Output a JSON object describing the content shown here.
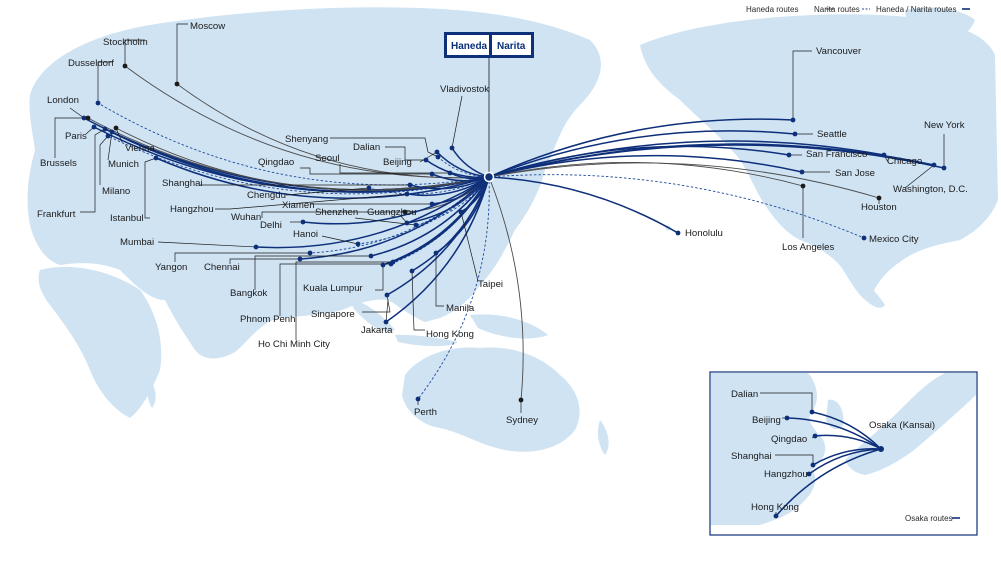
{
  "colors": {
    "land": "#cfe3f3",
    "ocean": "#ffffff",
    "haneda_route": "#4a4a4a",
    "narita_route": "#1e4a9a",
    "both_route": "#0e2f7a",
    "city_dot": "#0e2f7a",
    "leader": "#1b1b1b",
    "hub_box": "#0e2f7a"
  },
  "legend": {
    "haneda": "Haneda routes",
    "narita": "Narita routes",
    "both": "Haneda / Narita routes",
    "osaka": "Osaka routes"
  },
  "hub": {
    "haneda": "Haneda",
    "narita": "Narita"
  },
  "cities": {
    "moscow": "Moscow",
    "stockholm": "Stockholm",
    "dusseldorf": "Dusseldorf",
    "london": "London",
    "paris": "Paris",
    "brussels": "Brussels",
    "frankfurt": "Frankfurt",
    "milano": "Milano",
    "munich": "Munich",
    "vienna": "Vienna",
    "istanbul": "Istanbul",
    "vladivostok": "Vladivostok",
    "shenyang": "Shenyang",
    "dalian": "Dalian",
    "seoul": "Seoul",
    "qingdao": "Qingdao",
    "beijing": "Beijing",
    "shanghai": "Shanghai",
    "chengdu": "Chengdu",
    "hangzhou": "Hangzhou",
    "xiamen": "Xiamen",
    "wuhan": "Wuhan",
    "shenzhen": "Shenzhen",
    "guangzhou": "Guangzhou",
    "delhi": "Delhi",
    "hanoi": "Hanoi",
    "mumbai": "Mumbai",
    "yangon": "Yangon",
    "chennai": "Chennai",
    "bangkok": "Bangkok",
    "kuala_lumpur": "Kuala Lumpur",
    "phnom_penh": "Phnom Penh",
    "singapore": "Singapore",
    "ho_chi_minh": "Ho Chi Minh City",
    "jakarta": "Jakarta",
    "hong_kong": "Hong Kong",
    "manila": "Manila",
    "taipei": "Taipei",
    "perth": "Perth",
    "sydney": "Sydney",
    "honolulu": "Honolulu",
    "vancouver": "Vancouver",
    "seattle": "Seattle",
    "san_francisco": "San Francisco",
    "san_jose": "San Jose",
    "los_angeles": "Los Angeles",
    "chicago": "Chicago",
    "new_york": "New York",
    "washington": "Washington, D.C.",
    "houston": "Houston",
    "mexico_city": "Mexico City"
  },
  "osaka": {
    "hub": "Osaka (Kansai)",
    "dalian": "Dalian",
    "beijing": "Beijing",
    "qingdao": "Qingdao",
    "shanghai": "Shanghai",
    "hangzhou": "Hangzhou",
    "hong_kong": "Hong Kong"
  }
}
